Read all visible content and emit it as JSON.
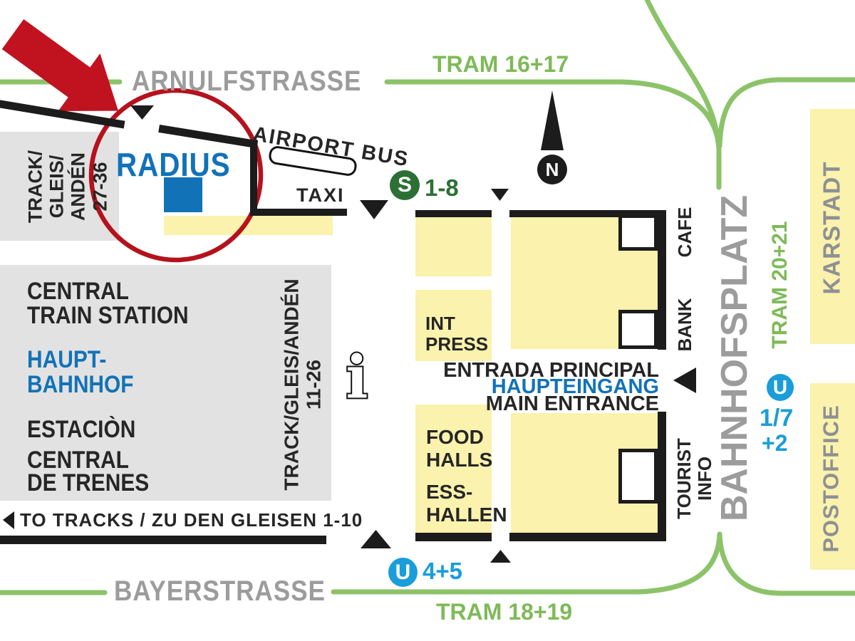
{
  "colors": {
    "tram_green": "#8cc369",
    "tram_text_green": "#7eba58",
    "sbahn_green": "#2c7035",
    "ubahn_blue": "#1a9dd9",
    "brand_blue": "#1272b8",
    "highlight_red": "#c1121f",
    "ring_red": "#b5121d",
    "street_gray": "#9c9c9c",
    "building_text_gray": "#8d9093",
    "block_yellow": "#faf2ad",
    "block_gray": "#e2e2e2",
    "wall_black": "#1c1c1c"
  },
  "streets": {
    "arnulfstrasse": "ARNULFSTRASSE",
    "bayerstrasse": "BAYERSTRASSE",
    "bahnhofsplatz": "BAHNHOFSPLATZ"
  },
  "tram_lines": {
    "north": "TRAM 16+17",
    "south": "TRAM 18+19",
    "east": "TRAM 20+21"
  },
  "transit": {
    "sbahn_logo": "S",
    "sbahn_lines": "1-8",
    "ubahn_logo_south": "U",
    "ubahn_south_lines": "4+5",
    "ubahn_logo_east": "U",
    "ubahn_east_line1": "1/7",
    "ubahn_east_line2": "+2"
  },
  "compass": {
    "label": "N"
  },
  "highlight": {
    "brand": "RADIUS"
  },
  "station": {
    "en_line1": "CENTRAL",
    "en_line2": "TRAIN STATION",
    "de_line1": "HAUPT-",
    "de_line2": "BAHNHOF",
    "es_line1": "ESTACIÒN",
    "es_line2": "CENTRAL",
    "es_line3": "DE TRENES"
  },
  "tracks": {
    "west_line1": "TRACK/",
    "west_line2": "GLEIS/",
    "west_line3": "ANDÉN",
    "west_range": "27-36",
    "main_label": "TRACK/GLEIS/ANDÉN",
    "main_range": "11-26",
    "to_tracks": "TO TRACKS / ZU DEN GLEISEN 1-10"
  },
  "labels": {
    "airport_bus": "AIRPORT BUS",
    "taxi": "TAXI",
    "int_press_line1": "INT",
    "int_press_line2": "PRESS",
    "food_line1": "FOOD",
    "food_line2": "HALLS",
    "ess_line1": "ESS-",
    "ess_line2": "HALLEN",
    "cafe": "CAFE",
    "bank": "BANK",
    "tourist_line1": "TOURIST",
    "tourist_line2": "INFO",
    "karstadt": "KARSTADT",
    "postoffice": "POSTOFFICE"
  },
  "entrance": {
    "es": "ENTRADA PRINCIPAL",
    "de": "HAUPTEINGANG",
    "en": "MAIN ENTRANCE"
  },
  "icons": {
    "info_glyph": "i",
    "location_arrow": "red-arrow",
    "location_ring": "red-circle",
    "entrance_marker": "black-triangle",
    "north_arrow": "compass-north",
    "bus_platform": "white-oval"
  }
}
